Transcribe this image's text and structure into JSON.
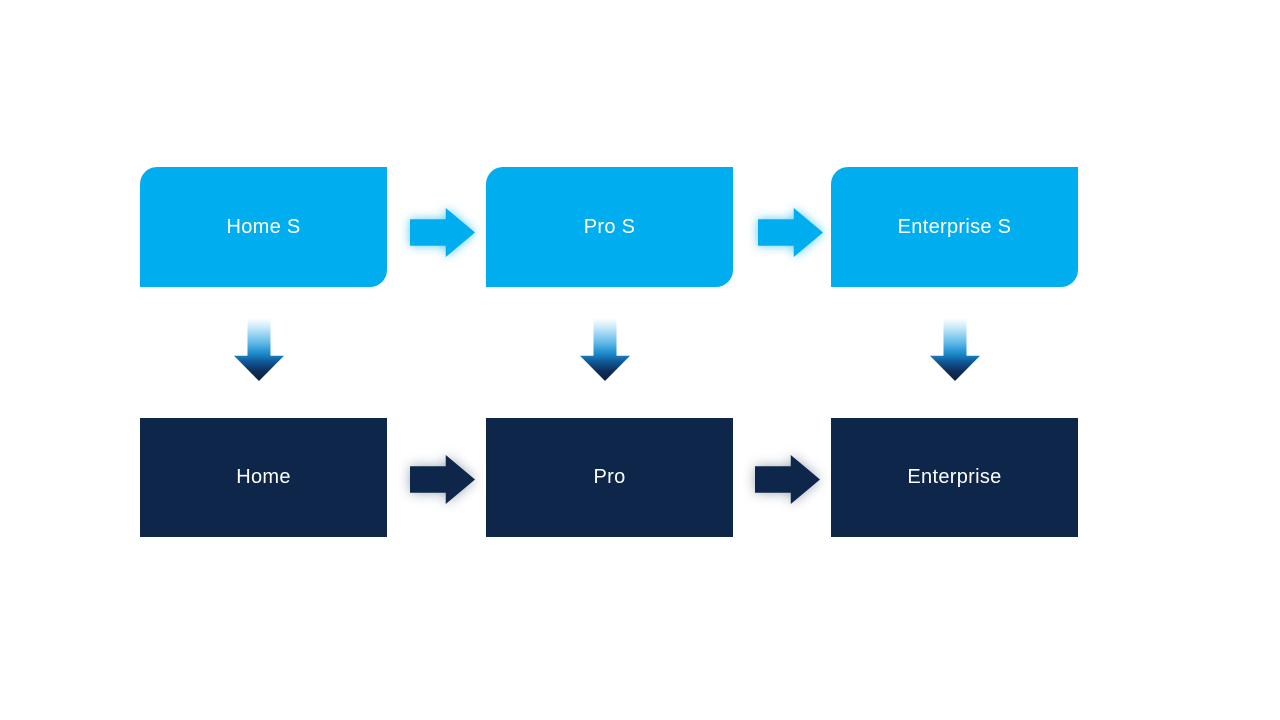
{
  "colors": {
    "canvas": "#ffffff",
    "primary": "#00aeef",
    "dark": "#0d2649",
    "label": "#ffffff"
  },
  "diagram": {
    "columns": [
      {
        "top": {
          "label": "Home S"
        },
        "bottom": {
          "label": "Home"
        }
      },
      {
        "top": {
          "label": "Pro S"
        },
        "bottom": {
          "label": "Pro"
        }
      },
      {
        "top": {
          "label": "Enterprise S"
        },
        "bottom": {
          "label": "Enterprise"
        }
      }
    ],
    "connectors": {
      "horizontal_icon": "right-arrow",
      "vertical_icon": "down-arrow"
    }
  }
}
